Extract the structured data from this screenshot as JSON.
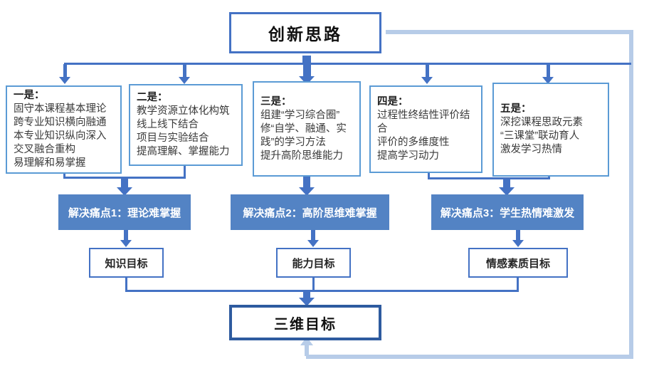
{
  "title": "创新思路",
  "strategy_boxes": [
    {
      "label": "一是：",
      "lines": [
        "固守本课程基本理论",
        "跨专业知识横向融通",
        "本专业知识纵向深入",
        "交叉融合重构",
        "易理解和易掌握"
      ]
    },
    {
      "label": "二是：",
      "lines": [
        "教学资源立体化构筑",
        "线上线下结合",
        "项目与实验结合",
        "提高理解、掌握能力"
      ]
    },
    {
      "label": "三是：",
      "lines": [
        "组建“学习综合圈”",
        "修“自学、融通、实",
        "践”的学习方法",
        "提升高阶思维能力"
      ]
    },
    {
      "label": "四是：",
      "lines": [
        "过程性终结性评价结合",
        "评价的多维度性",
        "提高学习动力"
      ]
    },
    {
      "label": "五是：",
      "lines": [
        "深挖课程思政元素",
        "“三课堂”联动育人",
        "激发学习热情"
      ]
    }
  ],
  "pain_points": [
    "解决痛点1：理论难掌握",
    "解决痛点2：高阶思维难掌握",
    "解决痛点3：学生热情难激发"
  ],
  "goals": [
    "知识目标",
    "能力目标",
    "情感素质目标"
  ],
  "final_goal": "三维目标",
  "colors": {
    "accent": "#4472C4",
    "box-border": "#5B9BD5",
    "bar-fill": "#5383C4",
    "final-border": "#2E5B9F",
    "loop": "#B7CCE8",
    "text": "#3a3a3a"
  }
}
